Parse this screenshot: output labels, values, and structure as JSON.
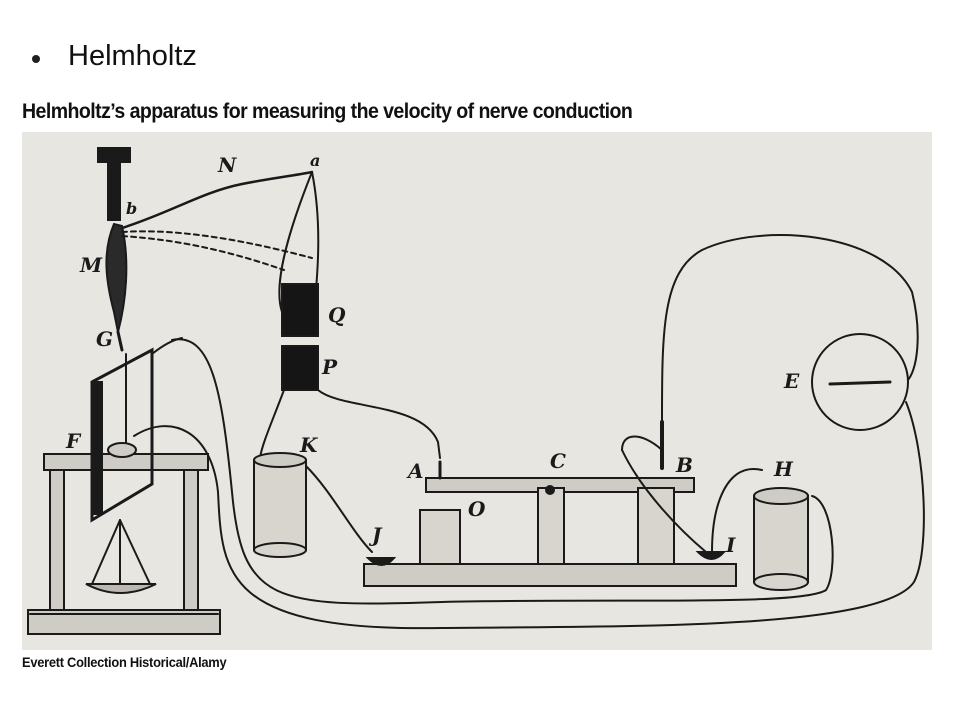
{
  "slide": {
    "bullet": "Helmholtz"
  },
  "figure": {
    "title": "Helmholtz’s apparatus for measuring the velocity of nerve conduction",
    "credit": "Everett Collection Historical/Alamy",
    "labels": {
      "N": "N",
      "a": "a",
      "b": "b",
      "M": "M",
      "G": "G",
      "F": "F",
      "Q": "Q",
      "P": "P",
      "K": "K",
      "A": "A",
      "O": "O",
      "C": "C",
      "B": "B",
      "H": "H",
      "E": "E",
      "J": "J",
      "I": "I"
    },
    "colors": {
      "background": "#ffffff",
      "engraving_paper": "#e8e6e1",
      "ink": "#1a1a1a"
    }
  }
}
